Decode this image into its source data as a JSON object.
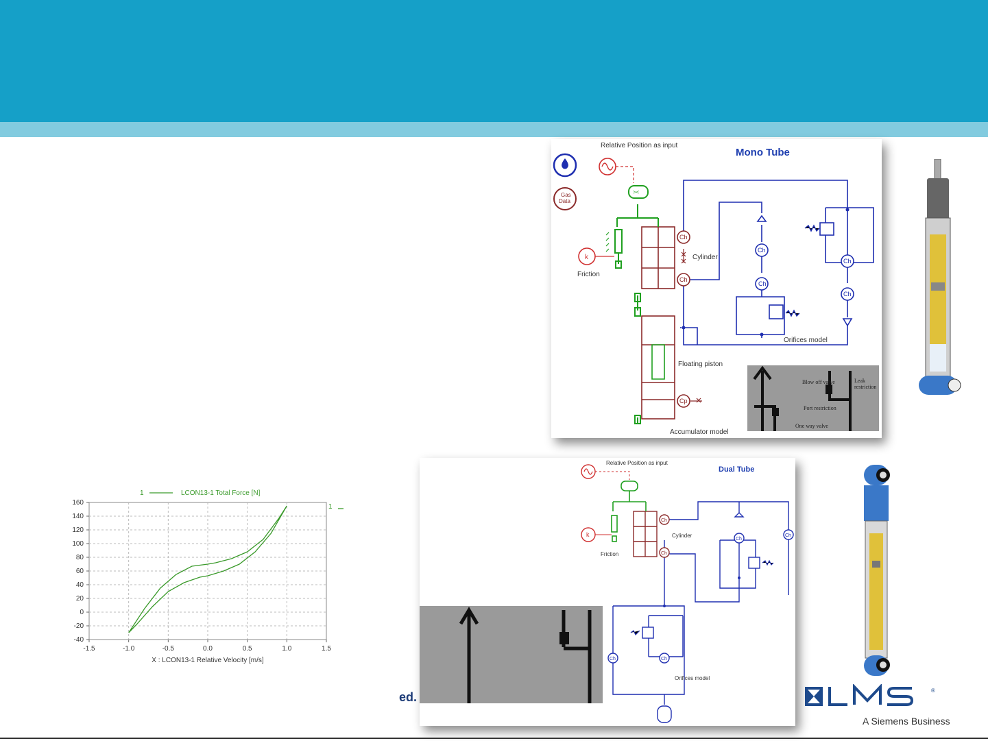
{
  "colors": {
    "banner": "#15a0c8",
    "stripe": "#82cbdf",
    "hydraulic": "#1f2fb0",
    "mechanical": "#20a020",
    "chamber": "#8b2a2a",
    "source": "#d03030",
    "title_blue": "#1f3fb0"
  },
  "mono": {
    "title": "Mono Tube",
    "input": "Relative Position as input",
    "gas1": "Gas",
    "gas2": "Data",
    "k": "k",
    "friction": "Friction",
    "cylinder": "Cylinder",
    "orifices": "Orifices model",
    "floating": "Floating piston",
    "accumulator": "Accumulator model",
    "ch": "Ch",
    "cp": "Cp",
    "photo_labels": {
      "blowoff": "Blow off valve",
      "leak": "Leak restriction",
      "port": "Port restriction",
      "oneway": "One way valve"
    }
  },
  "dual": {
    "title": "Dual Tube",
    "input": "Relative Position as input",
    "k": "k",
    "friction": "Friction",
    "cylinder": "Cylinder",
    "orifices": "Orifices model",
    "ch": "Ch"
  },
  "fragment": "ed.",
  "logo": {
    "brand": "LMS",
    "sub": "A Siemens Business",
    "reg": "®"
  },
  "chart_data": {
    "type": "line",
    "legend": "LCON13-1 Total Force [N]",
    "legend_index": "1",
    "right_marker": "1",
    "xlabel": "X : LCON13-1 Relative Velocity [m/s]",
    "ylabel": "",
    "xlim": [
      -1.5,
      1.5
    ],
    "ylim": [
      -40,
      160
    ],
    "xticks": [
      "-1.5",
      "-1.0",
      "-0.5",
      "0.0",
      "0.5",
      "1.0",
      "1.5"
    ],
    "xtick_values": [
      -1.5,
      -1.0,
      -0.5,
      0.0,
      0.5,
      1.0,
      1.5
    ],
    "yticks": [
      "160",
      "140",
      "120",
      "100",
      "80",
      "60",
      "40",
      "20",
      "0",
      "-20",
      "-40"
    ],
    "ytick_values": [
      160,
      140,
      120,
      100,
      80,
      60,
      40,
      20,
      0,
      -20,
      -40
    ],
    "grid": true,
    "color": "#3a9a2a",
    "series": [
      {
        "name": "LCON13-1 Total Force [N]",
        "x": [
          -1.0,
          -0.9,
          -0.7,
          -0.5,
          -0.3,
          -0.1,
          0.0,
          0.2,
          0.4,
          0.6,
          0.8,
          1.0,
          0.9,
          0.7,
          0.5,
          0.3,
          0.1,
          0.0,
          -0.2,
          -0.4,
          -0.6,
          -0.8,
          -1.0
        ],
        "y": [
          -30,
          -18,
          8,
          30,
          43,
          51,
          53,
          60,
          70,
          88,
          115,
          155,
          137,
          106,
          88,
          78,
          72,
          70,
          67,
          55,
          35,
          5,
          -30
        ]
      }
    ]
  }
}
